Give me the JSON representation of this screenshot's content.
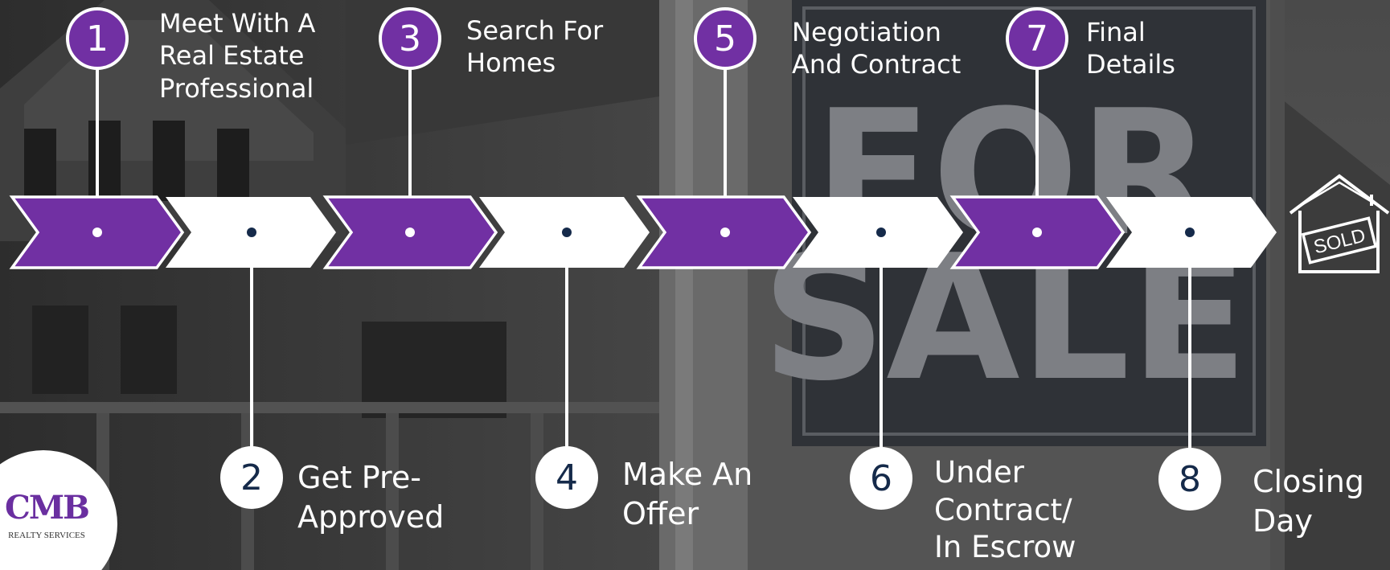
{
  "background": {
    "sign_top": "FOR",
    "sign_bottom": "SALE"
  },
  "colors": {
    "purple": "#7130a3",
    "white": "#ffffff",
    "navy": "#152a4a"
  },
  "steps": [
    {
      "number": "1",
      "label": "Meet With A\nReal Estate\nProfessional",
      "style": "purple"
    },
    {
      "number": "2",
      "label": "Get Pre-\nApproved",
      "style": "white"
    },
    {
      "number": "3",
      "label": "Search For\nHomes",
      "style": "purple"
    },
    {
      "number": "4",
      "label": "Make An\nOffer",
      "style": "white"
    },
    {
      "number": "5",
      "label": "Negotiation\nAnd Contract",
      "style": "purple"
    },
    {
      "number": "6",
      "label": "Under\nContract/\nIn Escrow",
      "style": "white"
    },
    {
      "number": "7",
      "label": "Final\nDetails",
      "style": "purple"
    },
    {
      "number": "8",
      "label": "Closing\nDay",
      "style": "white"
    }
  ],
  "end_icon": {
    "name": "sold-house-icon",
    "sign_text": "SOLD"
  },
  "logo": {
    "mark": "CMB",
    "subtitle": "REALTY SERVICES"
  }
}
